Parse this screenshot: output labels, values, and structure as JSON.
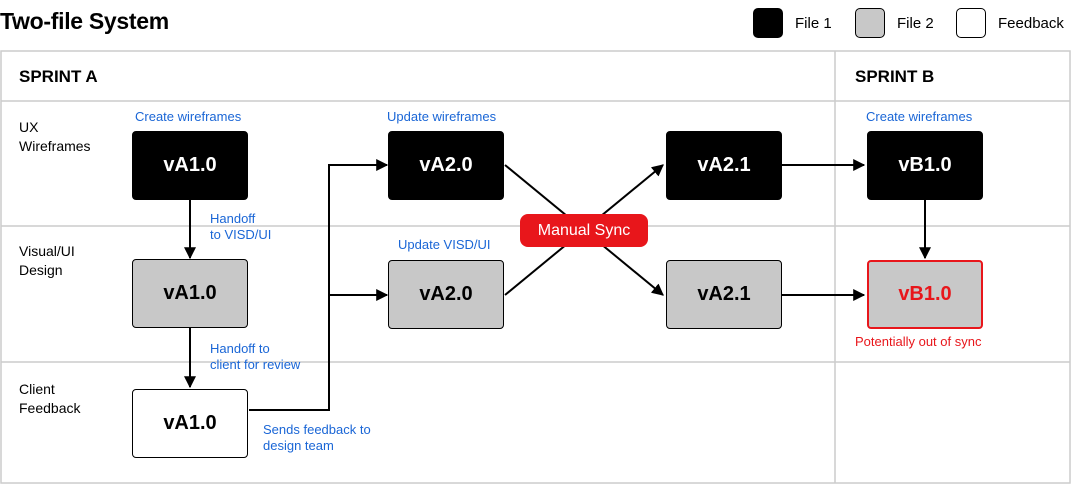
{
  "title": "Two-file System",
  "legend": [
    {
      "label": "File 1",
      "color": "#000000"
    },
    {
      "label": "File 2",
      "color": "#c8c8c8"
    },
    {
      "label": "Feedback",
      "color": "#ffffff"
    }
  ],
  "sprints": [
    "SPRINT A",
    "SPRINT B"
  ],
  "rows": {
    "ux": [
      "UX",
      "Wireframes"
    ],
    "visual": [
      "Visual/UI",
      "Design"
    ],
    "client": [
      "Client",
      "Feedback"
    ]
  },
  "nodes": {
    "ux_va10": "vA1.0",
    "vis_va10": "vA1.0",
    "fb_va10": "vA1.0",
    "ux_va20": "vA2.0",
    "vis_va20": "vA2.0",
    "ux_va21": "vA2.1",
    "vis_va21": "vA2.1",
    "ux_vb10": "vB1.0",
    "vis_vb10": "vB1.0"
  },
  "notes": {
    "create_wireframes_a": "Create wireframes",
    "handoff_visd": [
      "Handoff",
      "to VISD/UI"
    ],
    "handoff_client": [
      "Handoff to",
      "client for review"
    ],
    "sends_feedback": [
      "Sends feedback to",
      "design team"
    ],
    "update_wireframes": "Update wireframes",
    "update_visd": "Update VISD/UI",
    "create_wireframes_b": "Create wireframes",
    "out_of_sync": "Potentially out of sync"
  },
  "manual_sync": "Manual Sync",
  "colors": {
    "file1": "#000000",
    "file2": "#c8c8c8",
    "feedback": "#ffffff",
    "note_blue": "#1a66d6",
    "alert_red": "#e8161b",
    "grid": "#cccccc"
  }
}
